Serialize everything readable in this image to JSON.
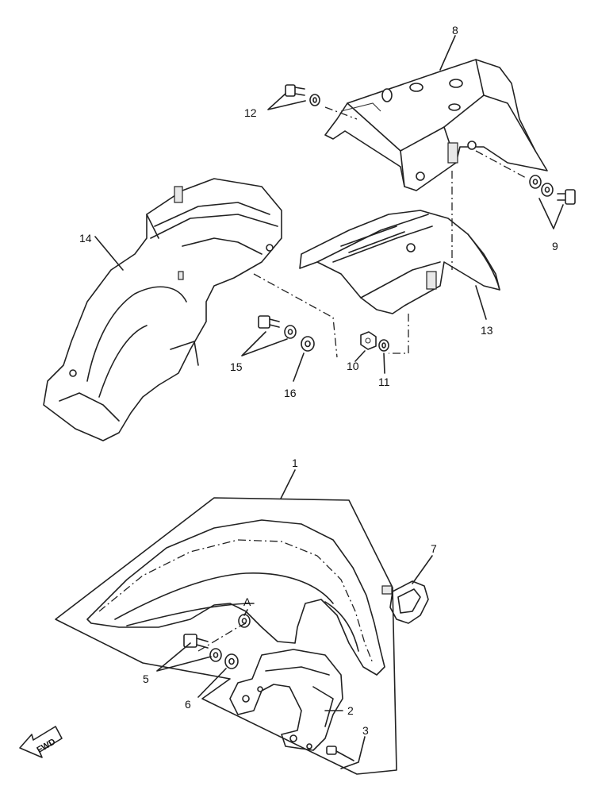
{
  "callouts": {
    "c1": "1",
    "c2": "2",
    "c3": "3",
    "c4": "A",
    "c5": "5",
    "c6": "6",
    "c7": "7",
    "c8": "8",
    "c9": "9",
    "c10": "10",
    "c11": "11",
    "c12": "12",
    "c13": "13",
    "c14": "14",
    "c15": "15",
    "c16": "16"
  },
  "fwd_label": "FWD"
}
